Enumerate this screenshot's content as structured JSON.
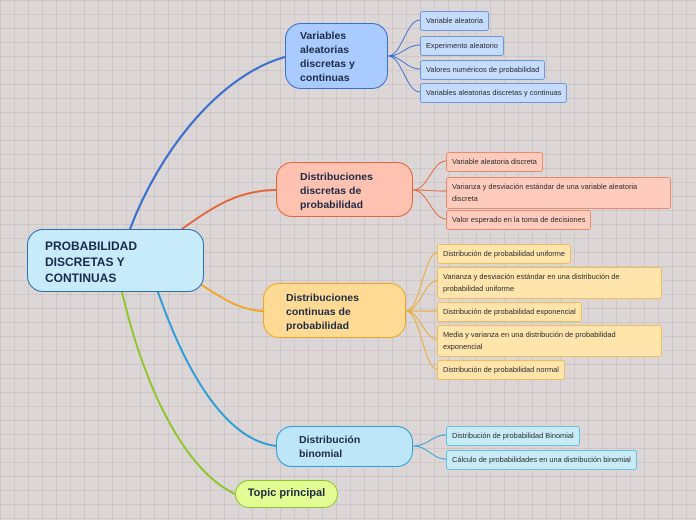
{
  "central": {
    "lines": [
      "PROBABILIDAD",
      "DISCRETAS Y",
      "CONTINUAS"
    ]
  },
  "branches": [
    {
      "title_lines": [
        "Variables",
        "aleatorias",
        "discretas y",
        "continuas"
      ],
      "color": "#3a6fd0",
      "leaves": [
        "Variable aleatoria",
        "Experimento aleatorio",
        "Valores numéricos de probabilidad",
        "Variables aleatorias discretas y continuas"
      ]
    },
    {
      "title_lines": [
        "Distribuciones",
        "discretas de",
        "probabilidad"
      ],
      "color": "#e4643a",
      "leaves": [
        "Variable aleatoria discreta",
        "Varianza y desviación estándar de una variable aleatoria discreta",
        "Valor esperado en la toma de decisiones"
      ]
    },
    {
      "title_lines": [
        "Distribuciones",
        "continuas de",
        "probabilidad"
      ],
      "color": "#eea826",
      "leaves": [
        "Distribución de probabilidad uniforme",
        "Varianza y desviación estándar en una distribución de probabilidad uniforme",
        "Distribución de probabilidad exponencial",
        "Media y varianza en una distribución de probabilidad exponencial",
        "Distribución de probabilidad normal"
      ]
    },
    {
      "title_lines": [
        "Distribución",
        "binomial"
      ],
      "color": "#2c9ed7",
      "leaves": [
        "Distribución de probabilidad Binomial",
        "Cálculo de probabilidades en una distribución binomial"
      ]
    }
  ],
  "topic": {
    "label": "Topic principal",
    "color": "#8ec52b"
  }
}
